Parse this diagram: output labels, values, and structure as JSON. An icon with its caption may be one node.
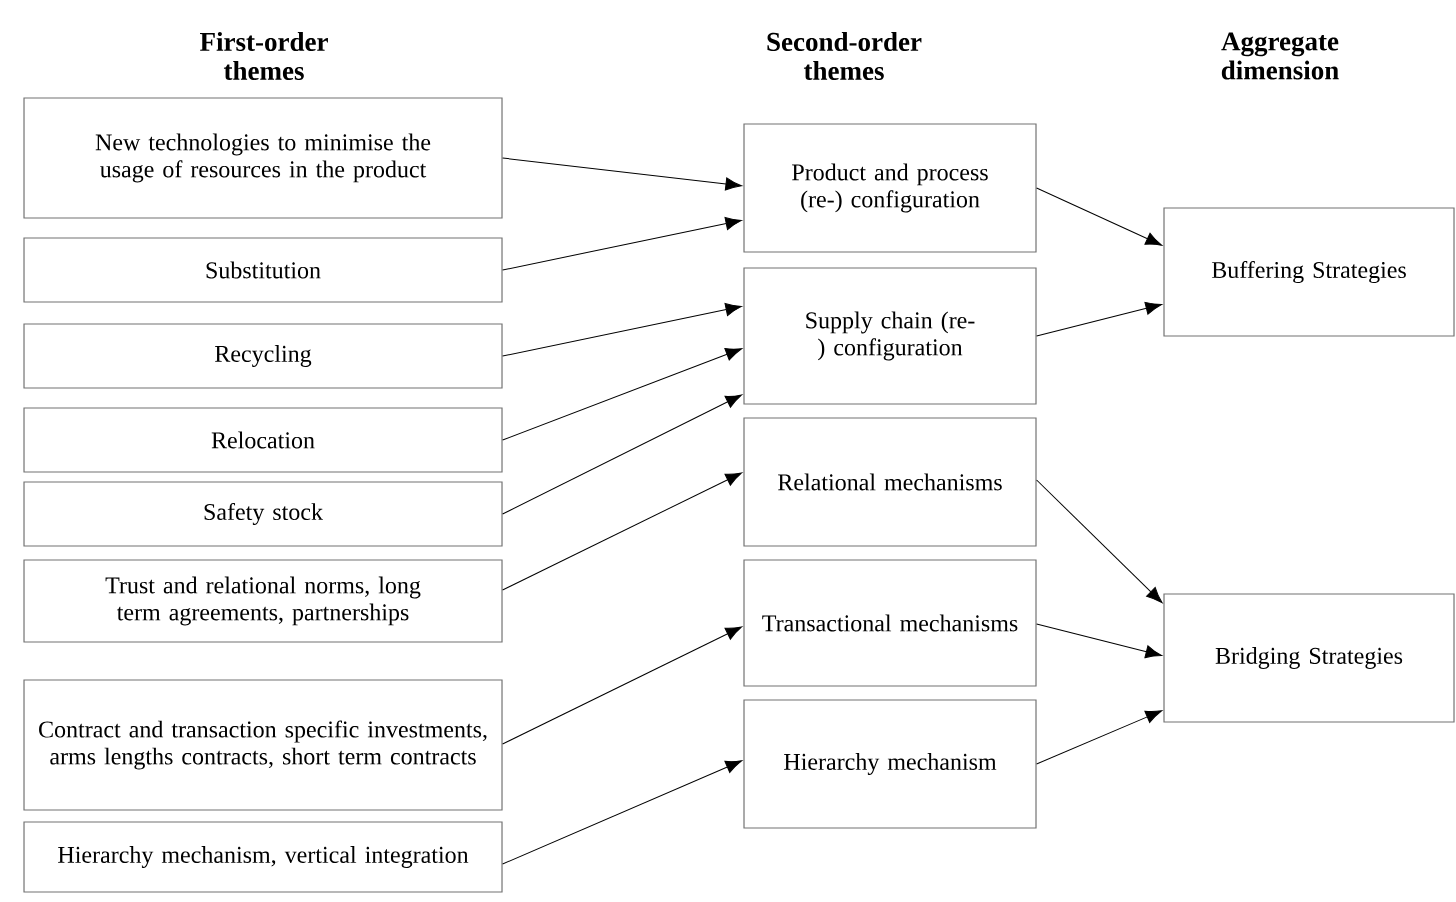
{
  "diagram": {
    "nodes": [
      {
        "text": [
          "New technologies to minimise the usage of resources in the product"
        ]
      },
      {
        "text": [
          "Substitution"
        ]
      },
      {
        "text": [
          "Recycling"
        ]
      },
      {
        "text": [
          "Relocation"
        ]
      },
      {
        "text": [
          "Safety stock"
        ]
      },
      {
        "text": [
          "Trust and relational norms, long term agreements, partnerships"
        ]
      },
      {
        "text": [
          "Contract and transaction specific investments, arms lengths contracts, short term contracts"
        ]
      },
      {
        "text": [
          "Hierarchy mechanism, vertical integration"
        ]
      },
      {
        "text": [
          "Product and process (re-) configuration"
        ]
      },
      {
        "text": [
          "Supply chain (re-) configuration"
        ]
      },
      {
        "text": [
          "Relational mechanisms"
        ]
      },
      {
        "text": [
          "Transactional mechanisms"
        ]
      },
      {
        "text": [
          "Hierarchy mechanism"
        ]
      },
      {
        "text": [
          "Buffering Strategies"
        ]
      },
      {
        "text": [
          "Bridging Strategies"
        ]
      }
    ],
    "edges": [
      {
        "from": 0,
        "to": 8,
        "arrow": "to"
      },
      {
        "from": 1,
        "to": 8,
        "arrow": "to"
      },
      {
        "from": 2,
        "to": 9,
        "arrow": "to"
      },
      {
        "from": 3,
        "to": 9,
        "arrow": "to"
      },
      {
        "from": 4,
        "to": 9,
        "arrow": "to"
      },
      {
        "from": 5,
        "to": 10,
        "arrow": "to"
      },
      {
        "from": 6,
        "to": 11,
        "arrow": "to"
      },
      {
        "from": 7,
        "to": 12,
        "arrow": "to"
      },
      {
        "from": 8,
        "to": 13,
        "arrow": "to"
      },
      {
        "from": 9,
        "to": 13,
        "arrow": "to"
      },
      {
        "from": 10,
        "to": 14,
        "arrow": "to"
      },
      {
        "from": 11,
        "to": 14,
        "arrow": "to"
      },
      {
        "from": 12,
        "to": 14,
        "arrow": "to"
      }
    ],
    "labels": [
      "First-order themes",
      "Second-order themes",
      "Aggregate dimension"
    ]
  }
}
